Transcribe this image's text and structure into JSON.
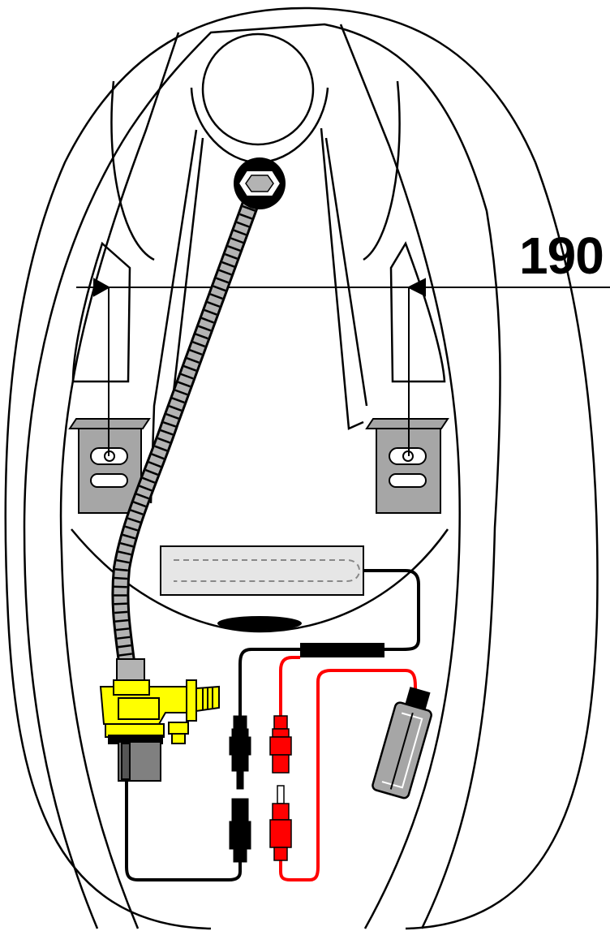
{
  "dimension": {
    "value": "190"
  },
  "colors": {
    "outline": "#000000",
    "background": "#ffffff",
    "bracket": "#a6a6a6",
    "valve": "#ffff00",
    "red_wire": "#ff0000",
    "black_wire": "#000000",
    "sensor_panel": "#e6e6e6",
    "hose": "#b3b3b3"
  },
  "icons": {
    "drain": "circle-outline",
    "nut": "hex-nut",
    "hose": "corrugated-hose",
    "valve": "solenoid-valve",
    "battery": "battery-pack",
    "sensor": "sensor-window",
    "connectors": "plug-connectors"
  }
}
